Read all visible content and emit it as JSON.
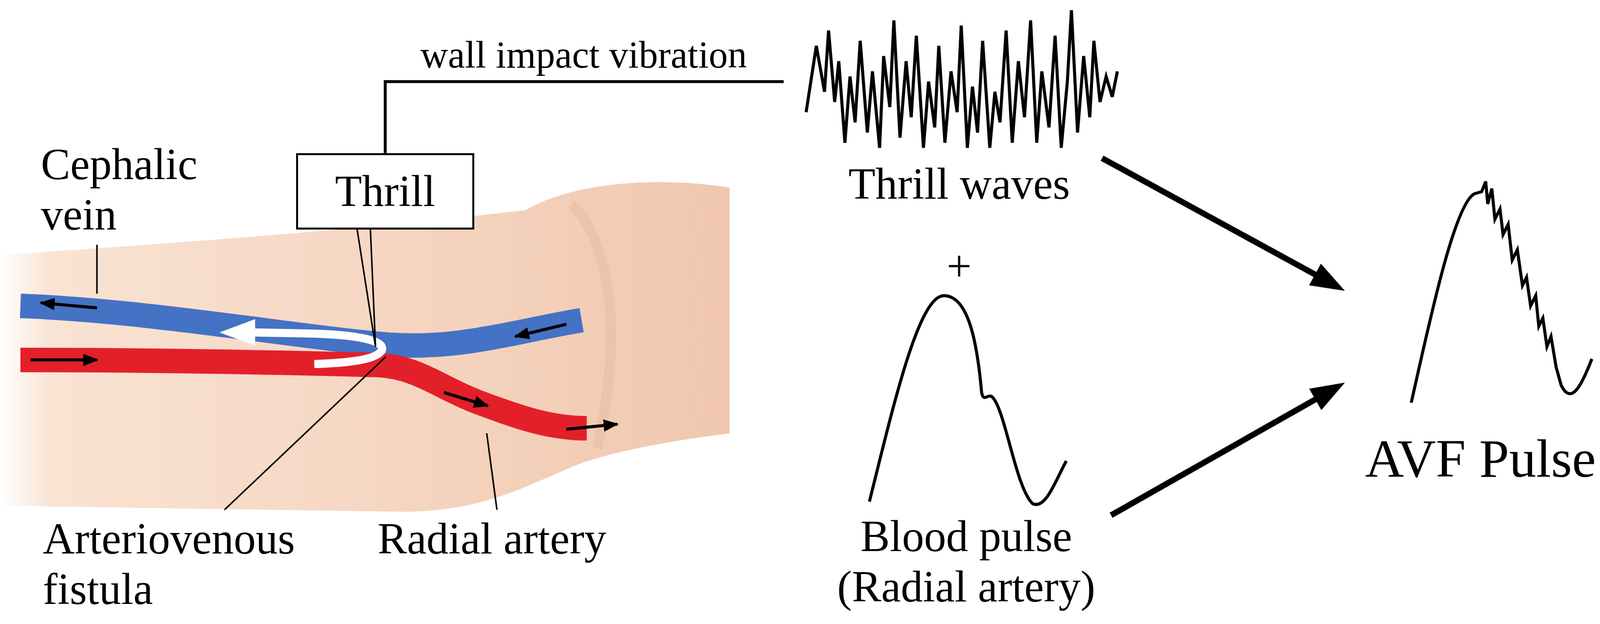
{
  "diagram": {
    "nodes": [
      {
        "text": [
          "Thrill"
        ]
      },
      {
        "text": [
          "Thrill waves"
        ]
      },
      {
        "text": [
          "Blood pulse (Radial artery)"
        ]
      },
      {
        "text": [
          "AVF Pulse"
        ]
      }
    ],
    "edges": [
      {
        "from": 0,
        "to": 1,
        "arrow": "none",
        "label": "wall impact vibration"
      },
      {
        "from": 1,
        "to": 3,
        "arrow": "to"
      },
      {
        "from": 2,
        "to": 3,
        "arrow": "to"
      }
    ],
    "labels": [
      "Cephalic vein",
      "Arteriovenous fistula",
      "Radial artery",
      "+"
    ]
  }
}
